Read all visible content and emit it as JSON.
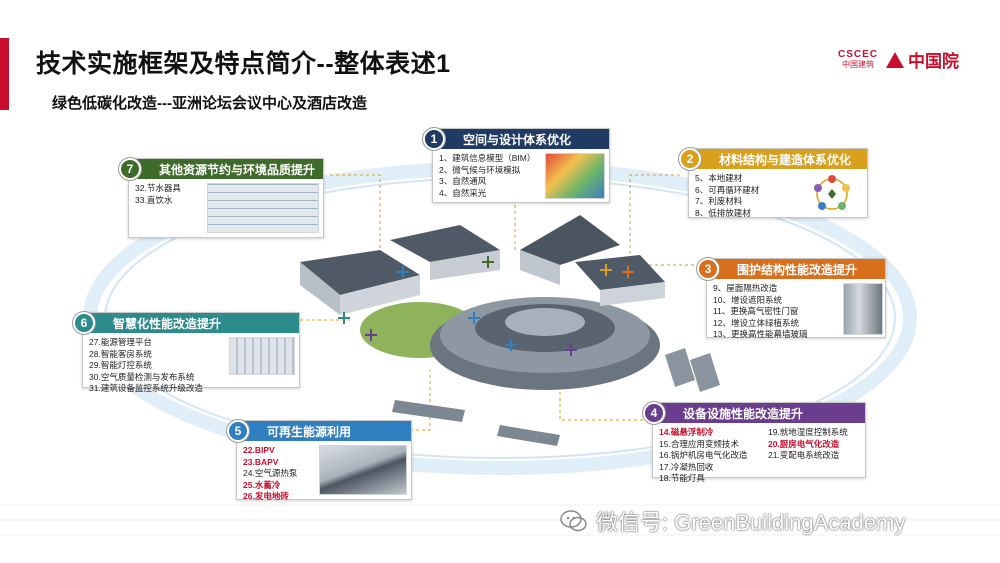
{
  "header": {
    "title": "技术实施框架及特点简介--整体表述1",
    "subtitle": "绿色低碳化改造---亚洲论坛会议中心及酒店改造"
  },
  "logo": {
    "cscec_en": "CSCEC",
    "cscec_cn": "中国建筑",
    "name": "中国院"
  },
  "colors": {
    "accent_red": "#c8102e",
    "navy": "#1f3b63",
    "green": "#3f6b2a",
    "gold": "#d9a01e",
    "orange": "#d86f1c",
    "purple": "#6b3d8f",
    "blue": "#2f7fc1",
    "teal": "#2e8b8b"
  },
  "panels": [
    {
      "num": "1",
      "title": "空间与设计体系优化",
      "items": [
        "1、建筑信息模型（BIM）",
        "2、微气候与环境模拟",
        "3、自然通风",
        "4、自然采光"
      ],
      "red_items": []
    },
    {
      "num": "2",
      "title": "材料结构与建造体系优化",
      "items": [
        "5、本地建材",
        "6、可再循环建材",
        "7、利废材料",
        "8、低排放建材"
      ],
      "red_items": []
    },
    {
      "num": "3",
      "title": "围护结构性能改造提升",
      "items": [
        "9、屋面隔热改造",
        "10、增设遮阳系统",
        "11、更换高气密性门窗",
        "12、增设立体绿植系统",
        "13、更换高性能幕墙玻璃"
      ],
      "red_items": []
    },
    {
      "num": "4",
      "title": "设备设施性能改造提升",
      "items": [
        "14.磁悬浮制冷",
        "15.合理应用变频技术",
        "16.锅炉机房电气化改造",
        "17.冷凝热回收",
        "18.节能灯具",
        "19.就地湿度控制系统",
        "20.厨房电气化改造",
        "21.变配电系统改造"
      ],
      "red_items": [
        "14.磁悬浮制冷",
        "20.厨房电气化改造"
      ]
    },
    {
      "num": "5",
      "title": "可再生能源利用",
      "items": [
        "22.BIPV",
        "23.BAPV",
        "24.空气源热泵",
        "25.水蓄冷",
        "26.发电地砖"
      ],
      "red_items": [
        "22.BIPV",
        "23.BAPV",
        "25.水蓄冷",
        "26.发电地砖"
      ]
    },
    {
      "num": "6",
      "title": "智慧化性能改造提升",
      "items": [
        "27.能源管理平台",
        "28.智能客房系统",
        "29.智能灯控系统",
        "30.空气质量检测与发布系统",
        "31.建筑设备监控系统升级改造"
      ],
      "red_items": []
    },
    {
      "num": "7",
      "title": "其他资源节约与环境品质提升",
      "items": [
        "32.节水器具",
        "33.直饮水"
      ],
      "red_items": []
    }
  ],
  "watermark": {
    "text": "微信号: GreenBuildingAcademy"
  }
}
